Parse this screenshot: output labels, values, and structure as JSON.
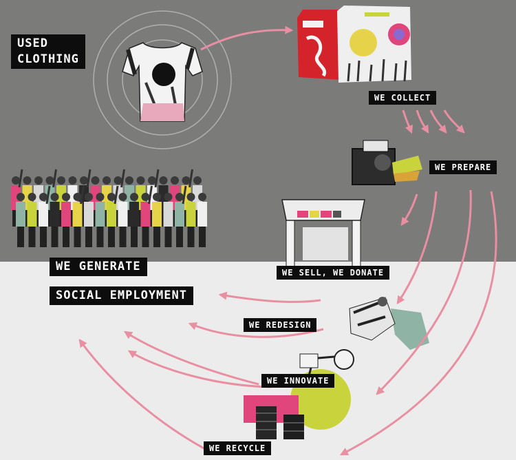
{
  "labels": {
    "used_clothing": [
      "USED",
      "CLOTHING"
    ],
    "we_collect": "WE COLLECT",
    "we_prepare": "WE PREPARE",
    "we_sell_we_donate": "WE SELL, WE DONATE",
    "we_redesign": "WE REDESIGN",
    "we_innovate": "WE INNOVATE",
    "we_recycle": "WE RECYCLE",
    "we_generate": "WE GENERATE",
    "social_employment": "SOCIAL EMPLOYMENT"
  },
  "colors": {
    "background_top": "#7b7b7a",
    "background_bottom": "#ececec",
    "label_bg": "#0d0d0d",
    "label_text": "#ffffff",
    "arrow_pink": "#e88fa2",
    "accent_pink": "#e0457b",
    "accent_lime": "#c9d43c",
    "accent_teal": "#8fb3a5",
    "bin_red": "#d4232b"
  },
  "icons": {
    "used_clothing_image": "t-shirt-icon",
    "collect_image": "clothing-collection-bins-icon",
    "prepare_image": "sorting-machine-icon",
    "sell_image": "second-hand-shop-icon",
    "redesign_image": "sewing-redesign-icon",
    "innovate_image": "innovation-lab-icon",
    "recycle_image": "recycled-fibre-bales-icon",
    "employment_image": "crowd-of-workers-icon"
  }
}
